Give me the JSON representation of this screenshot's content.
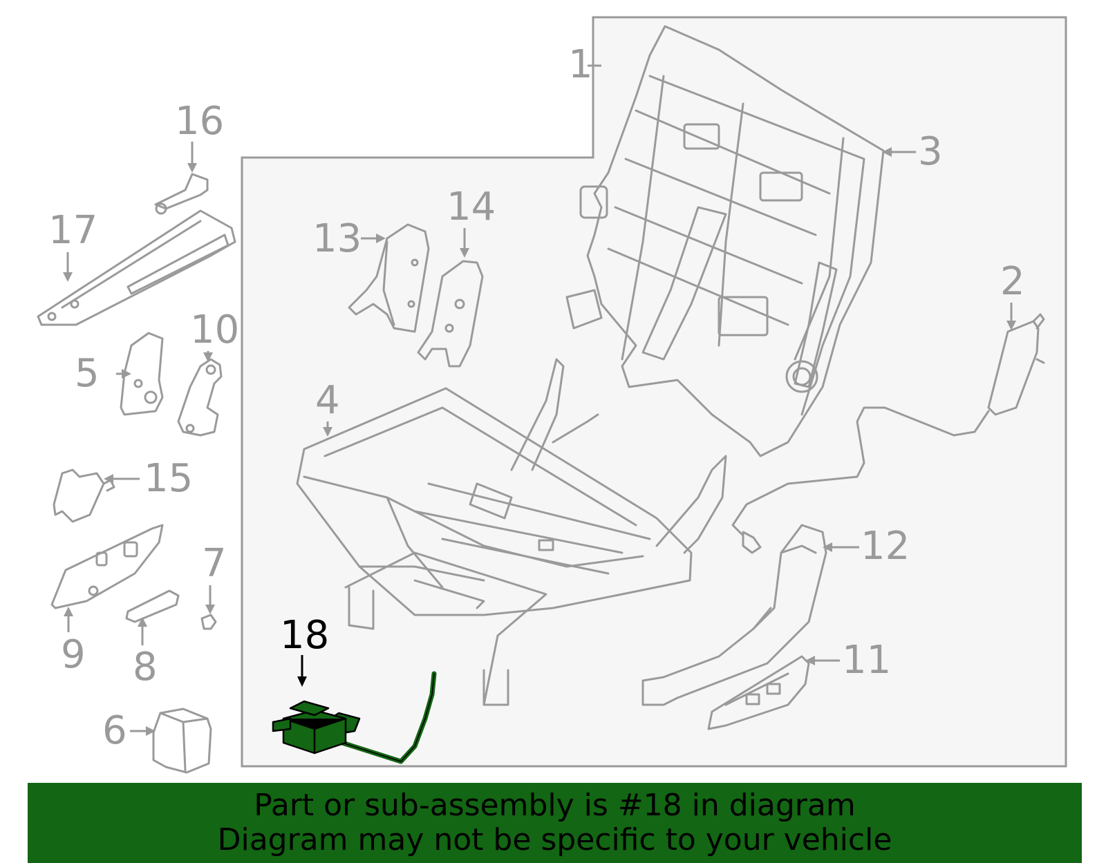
{
  "diagram": {
    "highlighted_part": "18",
    "colors": {
      "outline": "#9a9a9a",
      "panel": "#f6f6f6",
      "highlight": "#136613",
      "banner": "#136613"
    },
    "callouts": {
      "c1": "1",
      "c2": "2",
      "c3": "3",
      "c4": "4",
      "c5": "5",
      "c6": "6",
      "c7": "7",
      "c8": "8",
      "c9": "9",
      "c10": "10",
      "c11": "11",
      "c12": "12",
      "c13": "13",
      "c14": "14",
      "c15": "15",
      "c16": "16",
      "c17": "17",
      "c18": "18"
    }
  },
  "banner": {
    "line1": "Part or sub-assembly is #18 in diagram",
    "line2": "Diagram may not be specific to your vehicle"
  }
}
